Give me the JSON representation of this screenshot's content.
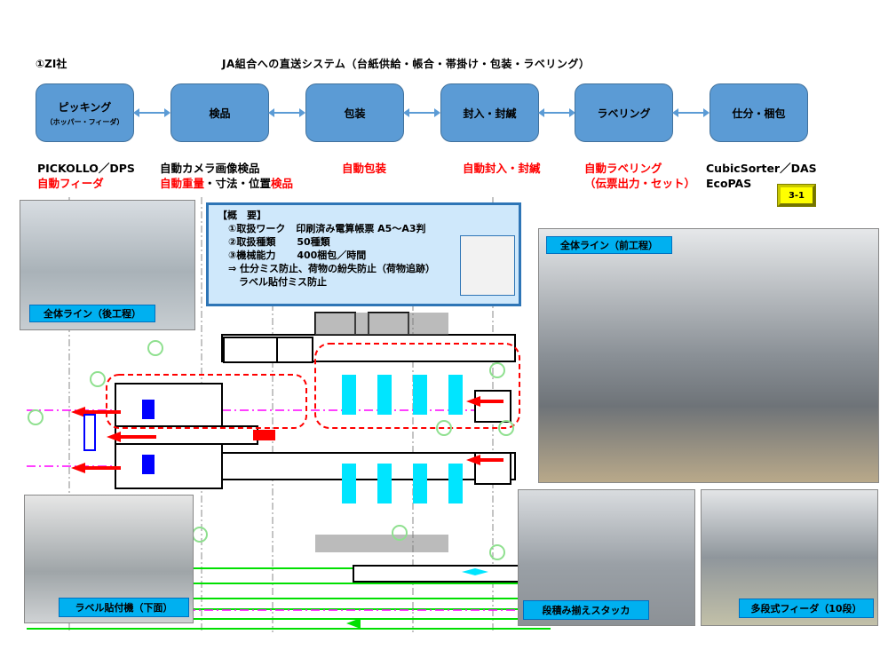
{
  "header": {
    "company": "①ZI社",
    "title": "JA組合への直送システム（台紙供給・帳合・帯掛け・包装・ラベリング）"
  },
  "process_steps": [
    {
      "label": "ピッキング",
      "sub": "（ホッパー・フィーダ）"
    },
    {
      "label": "検品",
      "sub": ""
    },
    {
      "label": "包装",
      "sub": ""
    },
    {
      "label": "封入・封緘",
      "sub": ""
    },
    {
      "label": "ラベリング",
      "sub": ""
    },
    {
      "label": "仕分・梱包",
      "sub": ""
    }
  ],
  "step_descriptions": [
    {
      "line1": "PICKOLLO／DPS",
      "line2": "自動フィーダ"
    },
    {
      "line1": "自動カメラ画像検品",
      "line2_red_a": "自動重量",
      "line2_black": "・寸法・位置",
      "line2_red_b": "検品"
    },
    {
      "line1": "自動包装"
    },
    {
      "line1": "自動封入・封緘"
    },
    {
      "line1": "自動ラベリング",
      "line2": "（伝票出力・セット）"
    },
    {
      "line1": "CubicSorter／DAS",
      "line2": "EcoPAS"
    }
  ],
  "page_badge": "3-1",
  "overview": {
    "heading": "【概　要】",
    "items": [
      {
        "label": "①取扱ワーク",
        "value": "印刷済み電算帳票 A5～A3判"
      },
      {
        "label": "②取扱種類",
        "value": "50種類"
      },
      {
        "label": "③機械能力",
        "value": "400梱包／時間"
      }
    ],
    "benefit_line1": "⇒ 仕分ミス防止、荷物の紛失防止（荷物追跡）",
    "benefit_line2": "ラベル貼付ミス防止"
  },
  "photos": [
    {
      "caption": "全体ライン（後工程）"
    },
    {
      "caption": "全体ライン（前工程）"
    },
    {
      "caption": "ラベル貼付機（下面）"
    },
    {
      "caption": "段積み揃えスタッカ"
    },
    {
      "caption": "多段式フィーダ（10段）"
    }
  ],
  "colors": {
    "step_fill": "#5b9bd5",
    "caption_fill": "#00b0f0",
    "overview_fill": "#cfe8fb",
    "badge_fill": "#ffff00",
    "accent_red": "#ff0000"
  }
}
